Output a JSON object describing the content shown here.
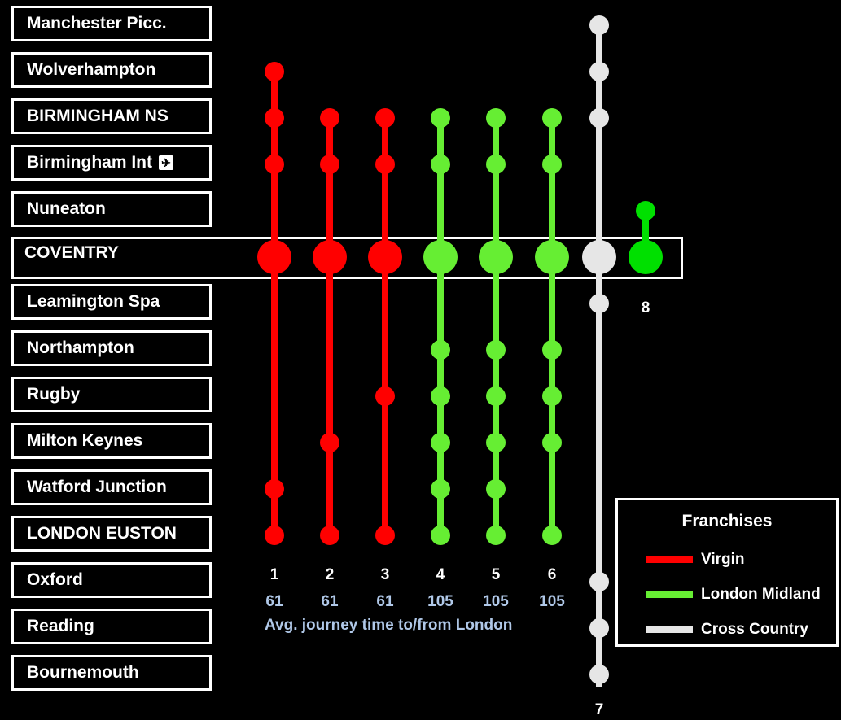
{
  "stations": [
    {
      "label": "Manchester Picc."
    },
    {
      "label": "Wolverhampton"
    },
    {
      "label": "BIRMINGHAM NS"
    },
    {
      "label": "Birmingham Int",
      "icon": "airport-icon"
    },
    {
      "label": "Nuneaton"
    },
    {
      "label": "COVENTRY"
    },
    {
      "label": "Leamington Spa"
    },
    {
      "label": "Northampton"
    },
    {
      "label": "Rugby"
    },
    {
      "label": "Milton Keynes"
    },
    {
      "label": "Watford Junction"
    },
    {
      "label": "LONDON EUSTON"
    },
    {
      "label": "Oxford"
    },
    {
      "label": "Reading"
    },
    {
      "label": "Bournemouth"
    }
  ],
  "hub_station": "COVENTRY",
  "colors": {
    "virgin": "#ff0000",
    "london_midland": "#66ee33",
    "london_midland_bright": "#00e000",
    "cross_country": "#e6e6e6",
    "caption": "#b0c8e8"
  },
  "services": [
    {
      "id": "1",
      "time": "61",
      "franchise": "virgin",
      "stops": [
        1,
        2,
        3,
        5,
        10,
        11
      ]
    },
    {
      "id": "2",
      "time": "61",
      "franchise": "virgin",
      "stops": [
        2,
        3,
        5,
        9,
        11
      ]
    },
    {
      "id": "3",
      "time": "61",
      "franchise": "virgin",
      "stops": [
        2,
        3,
        5,
        8,
        11
      ]
    },
    {
      "id": "4",
      "time": "105",
      "franchise": "london_midland",
      "stops": [
        2,
        3,
        5,
        7,
        8,
        9,
        10,
        11
      ]
    },
    {
      "id": "5",
      "time": "105",
      "franchise": "london_midland",
      "stops": [
        2,
        3,
        5,
        7,
        8,
        9,
        10,
        11
      ]
    },
    {
      "id": "6",
      "time": "105",
      "franchise": "london_midland",
      "stops": [
        2,
        3,
        5,
        7,
        8,
        9,
        11
      ]
    },
    {
      "id": "7",
      "time": "",
      "franchise": "cross_country",
      "stops": [
        0,
        1,
        2,
        5,
        6,
        12,
        13,
        14
      ]
    },
    {
      "id": "8",
      "time": "",
      "franchise": "london_midland_bright",
      "stops": [
        4,
        5
      ]
    }
  ],
  "caption": "Avg. journey time to/from London",
  "legend": {
    "title": "Franchises",
    "items": [
      {
        "label": "Virgin",
        "color": "#ff0000"
      },
      {
        "label": "London Midland",
        "color": "#66ee33"
      },
      {
        "label": "Cross Country",
        "color": "#e6e6e6"
      }
    ]
  }
}
